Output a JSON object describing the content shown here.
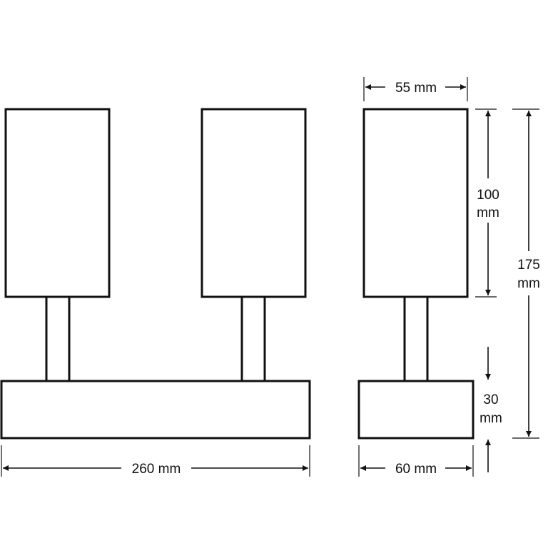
{
  "dimensions": {
    "width_total": "260 mm",
    "width_head": "55 mm",
    "width_base": "60 mm",
    "height_head_line1": "100",
    "height_head_line2": "mm",
    "height_total_line1": "175",
    "height_total_line2": "mm",
    "height_base_line1": "30",
    "height_base_line2": "mm"
  },
  "colors": {
    "stroke": "#111111",
    "background": "#ffffff"
  }
}
